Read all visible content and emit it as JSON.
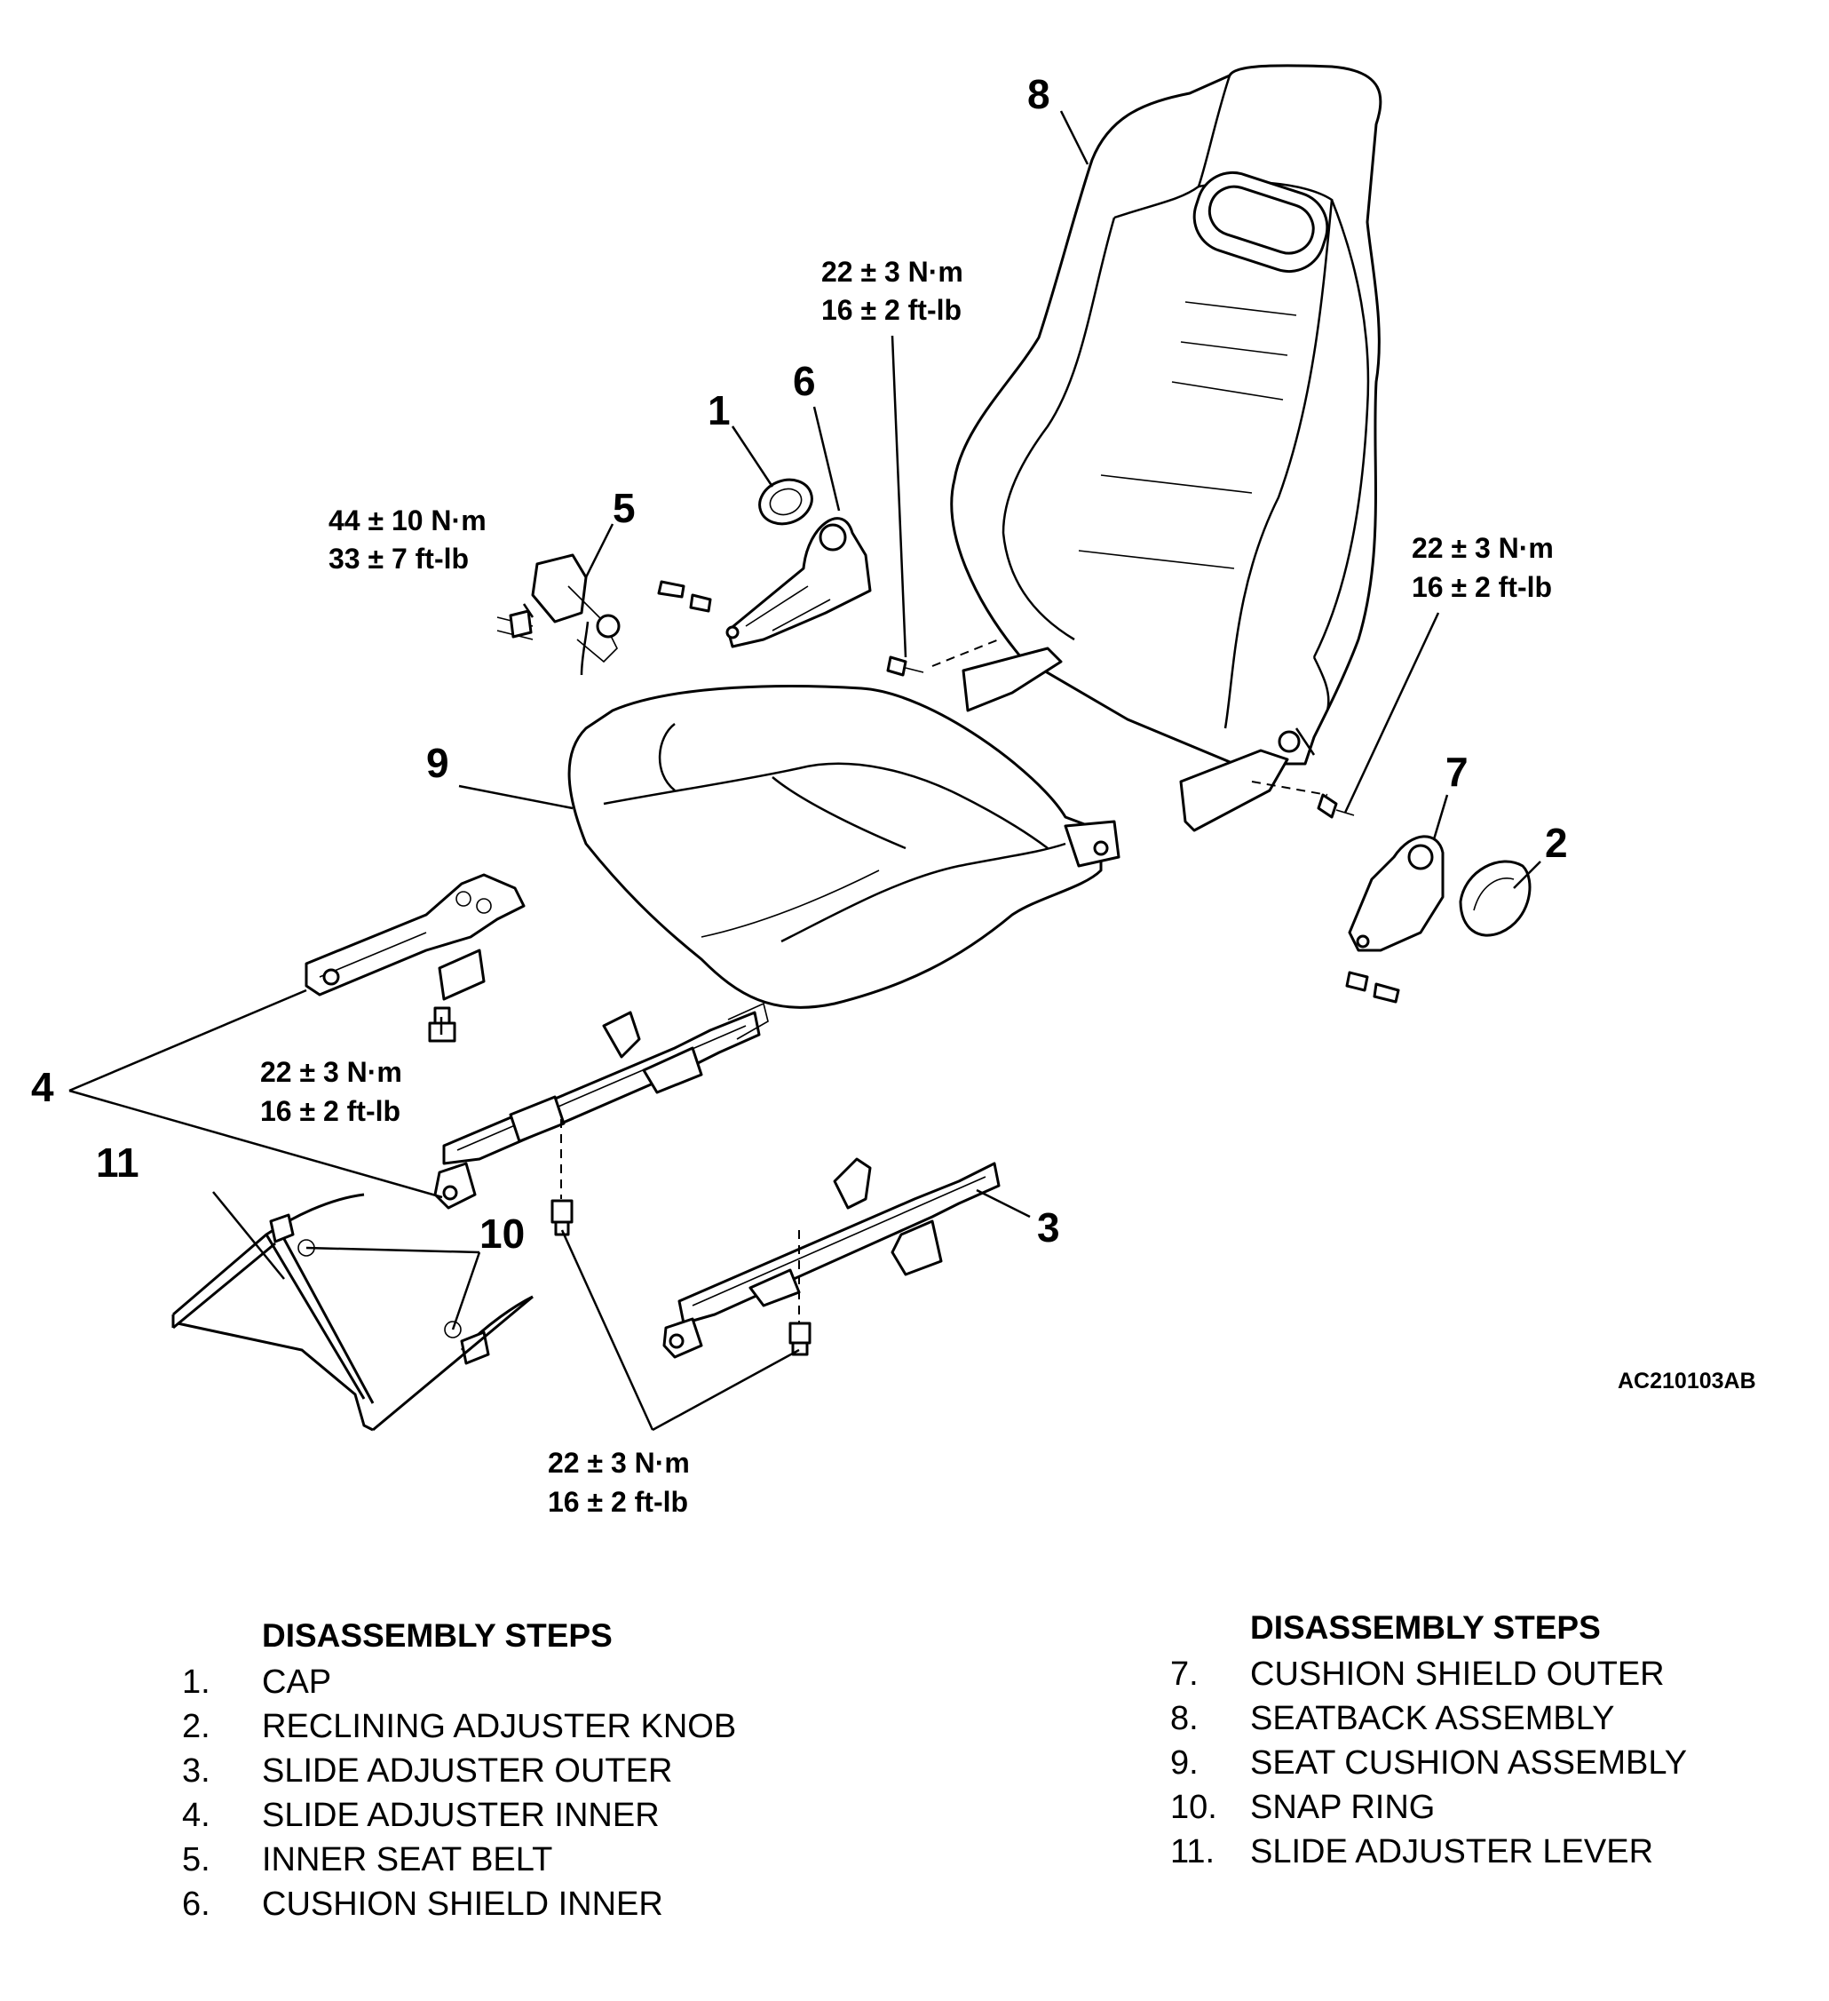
{
  "diagram": {
    "callouts": [
      "1",
      "2",
      "3",
      "4",
      "5",
      "6",
      "7",
      "8",
      "9",
      "10",
      "11"
    ],
    "torque": {
      "t_seatback": [
        "22 ± 3 N·m",
        "16 ± 2 ft-lb"
      ],
      "t_belt": [
        "44 ± 10 N·m",
        "33 ± 7 ft-lb"
      ],
      "t_right": [
        "22 ± 3 N·m",
        "16 ± 2 ft-lb"
      ],
      "t_inner_slide": [
        "22 ± 3 N·m",
        "16 ± 2 ft-lb"
      ],
      "t_bottom": [
        "22 ± 3 N·m",
        "16 ± 2 ft-lb"
      ]
    },
    "code": "AC210103AB"
  },
  "steps_left": {
    "title": "DISASSEMBLY STEPS",
    "items": [
      {
        "num": "1.",
        "label": "CAP"
      },
      {
        "num": "2.",
        "label": "RECLINING ADJUSTER KNOB"
      },
      {
        "num": "3.",
        "label": "SLIDE ADJUSTER OUTER"
      },
      {
        "num": "4.",
        "label": "SLIDE ADJUSTER INNER"
      },
      {
        "num": "5.",
        "label": "INNER SEAT BELT"
      },
      {
        "num": "6.",
        "label": "CUSHION SHIELD INNER"
      }
    ]
  },
  "steps_right": {
    "title": "DISASSEMBLY STEPS",
    "items": [
      {
        "num": "7.",
        "label": "CUSHION SHIELD OUTER"
      },
      {
        "num": "8.",
        "label": "SEATBACK ASSEMBLY"
      },
      {
        "num": "9.",
        "label": "SEAT CUSHION ASSEMBLY"
      },
      {
        "num": "10.",
        "label": "SNAP RING"
      },
      {
        "num": "11.",
        "label": "SLIDE ADJUSTER LEVER"
      }
    ]
  }
}
